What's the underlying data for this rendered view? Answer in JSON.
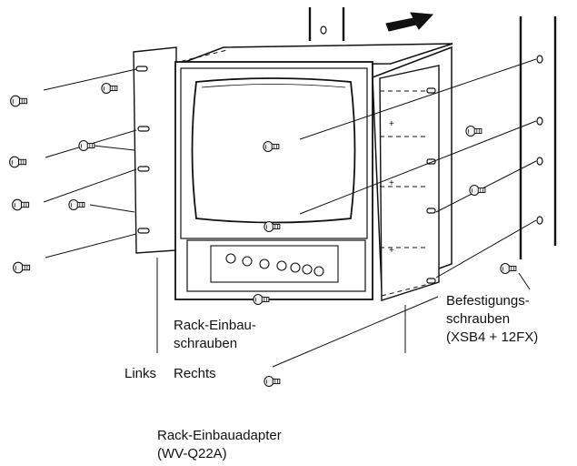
{
  "labels": {
    "rack_screws_line1": "Rack-Einbau-",
    "rack_screws_line2": "schrauben",
    "fixing_screws_line1": "Befestigungs-",
    "fixing_screws_line2": "schrauben",
    "fixing_screws_line3": "(XSB4 + 12FX)",
    "left": "Links",
    "right": "Rechts",
    "adapter_line1": "Rack-Einbauadapter",
    "adapter_line2": "(WV-Q22A)"
  },
  "colors": {
    "line": "#111111",
    "screw": "#f2f2f2",
    "fill": "#ffffff"
  },
  "icons": {
    "screw": "screw-icon",
    "arrow": "arrow-icon"
  }
}
